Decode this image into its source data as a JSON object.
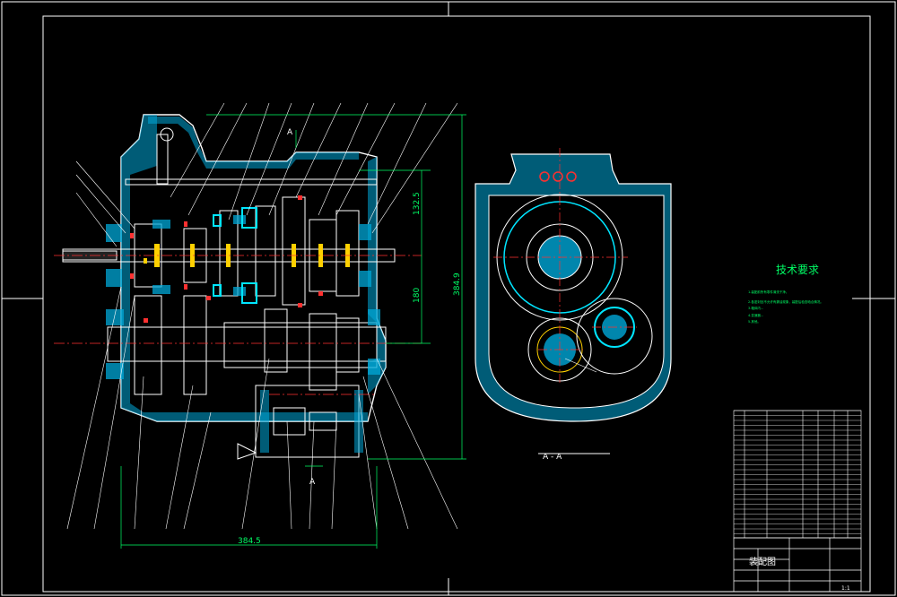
{
  "dimensions": {
    "height_total": "384.9",
    "upper_center": "132.5",
    "lower_center": "180",
    "width_total": "384.5"
  },
  "section_label": "A",
  "side_view_label": "A - A",
  "tech_title": "技术要求",
  "tech_notes": [
    "1.装配前所有零件清洗干净。",
    "2.各密封处不允许有漏油现象，装配后检查啮合情况。",
    "3.箱体内...",
    "4.变速器...",
    "5.其他。"
  ],
  "title_block": {
    "drawing_title": "装配图",
    "sheet": "1:1"
  },
  "colors": {
    "outline": "#ffffff",
    "hatch": "#00c8ff",
    "gear": "#ffff00",
    "center": "#ff3030",
    "dim": "#00ff66",
    "text": "#00ff66"
  }
}
